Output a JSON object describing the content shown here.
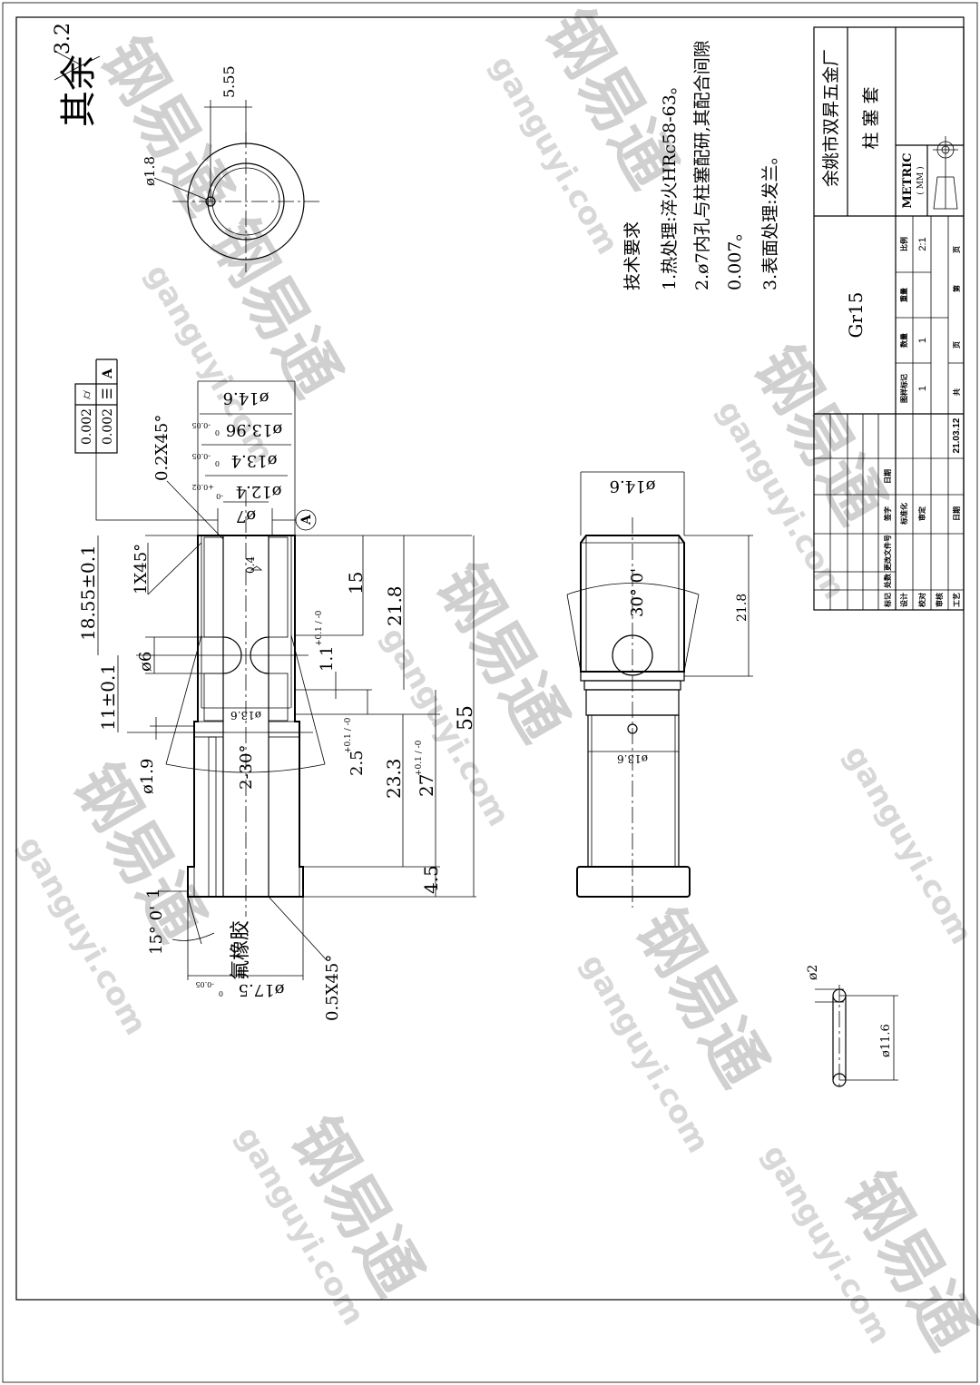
{
  "sheet": {
    "corner_note": "其余",
    "corner_roughness": "3.2"
  },
  "watermark": {
    "text": "ganguyi.com",
    "brand": "钢易通"
  },
  "title_block": {
    "company": "余姚市双昇五金厂",
    "part_name": "柱 塞 套",
    "material": "Gr15",
    "units": "METRIC",
    "units_sub": "( MM )",
    "headers": {
      "scale": "比例",
      "weight": "重量",
      "quantity": "数量",
      "drawing_mark": "图样标记",
      "sheet_no": "第",
      "page": "页",
      "total": "共",
      "page2": "页"
    },
    "values": {
      "scale": "2:1",
      "weight": "",
      "quantity": "1",
      "drawing_mark": "1"
    },
    "revision_headers": [
      "标记",
      "处数",
      "更改文件号",
      "签字",
      "日期"
    ],
    "roles": [
      "设计",
      "校对",
      "审核",
      "工艺"
    ],
    "roles2": [
      "标准化",
      "审定",
      "",
      "日期"
    ],
    "date": "21.03.12"
  },
  "technical_requirements": {
    "title": "技术要求",
    "items": [
      "1.热处理:淬火HRc58-63。",
      "2.ø7内孔与柱塞配研,其配合间隙",
      "0.007。",
      "3.表面处理:发兰。"
    ]
  },
  "top_view": {
    "hole_dia": "ø1.8",
    "offset": "5.55"
  },
  "tolerance_frame": {
    "row1_symbol": "⌭",
    "row1_value": "0.002",
    "row2_symbol": "☰",
    "row2_value": "0.002",
    "datum": "A"
  },
  "section_view": {
    "d_top": "ø14.6",
    "d_1396": "ø13.96",
    "d_1396_tol_u": "0",
    "d_1396_tol_l": "-0.05",
    "d_134": "ø13.4",
    "d_134_tol_u": "0",
    "d_134_tol_l": "-0.05",
    "d_124": "ø12.4",
    "d_124_tol_u": "+0.02",
    "d_124_tol_l": "-0",
    "d_bore": "ø7",
    "datum": "A",
    "chamfer_top": "0.2X45°",
    "chamfer_1": "1X45°",
    "roughness": "0.4",
    "len_1855": "18.55±0.1",
    "d_port": "ø6",
    "len_11": "11±0.1",
    "d_19": "ø1.9",
    "d_136": "ø13.6",
    "angle_230": "2-30°",
    "len_15": "15",
    "len_218": "21.8",
    "len_11b": "1.1",
    "len_11b_tol": "+0.1 / -0",
    "len_25": "2.5",
    "len_25_tol": "+0.1 / -0",
    "len_233": "23.3",
    "len_27": "27",
    "len_27_tol": "+0.1 / -0",
    "len_55": "55",
    "len_45": "4.5",
    "len_1": "1",
    "angle_15": "15° 0'",
    "d_175": "ø17.5",
    "d_175_tol_u": "0",
    "d_175_tol_l": "-0.05",
    "chamfer_05": "0.5X45°"
  },
  "side_view": {
    "d_top": "ø14.6",
    "angle": "30° 0'",
    "len": "21.8",
    "d_136": "ø13.6"
  },
  "oring": {
    "label": "氟橡胶",
    "d_cs": "ø2",
    "d_in": "ø11.6"
  }
}
